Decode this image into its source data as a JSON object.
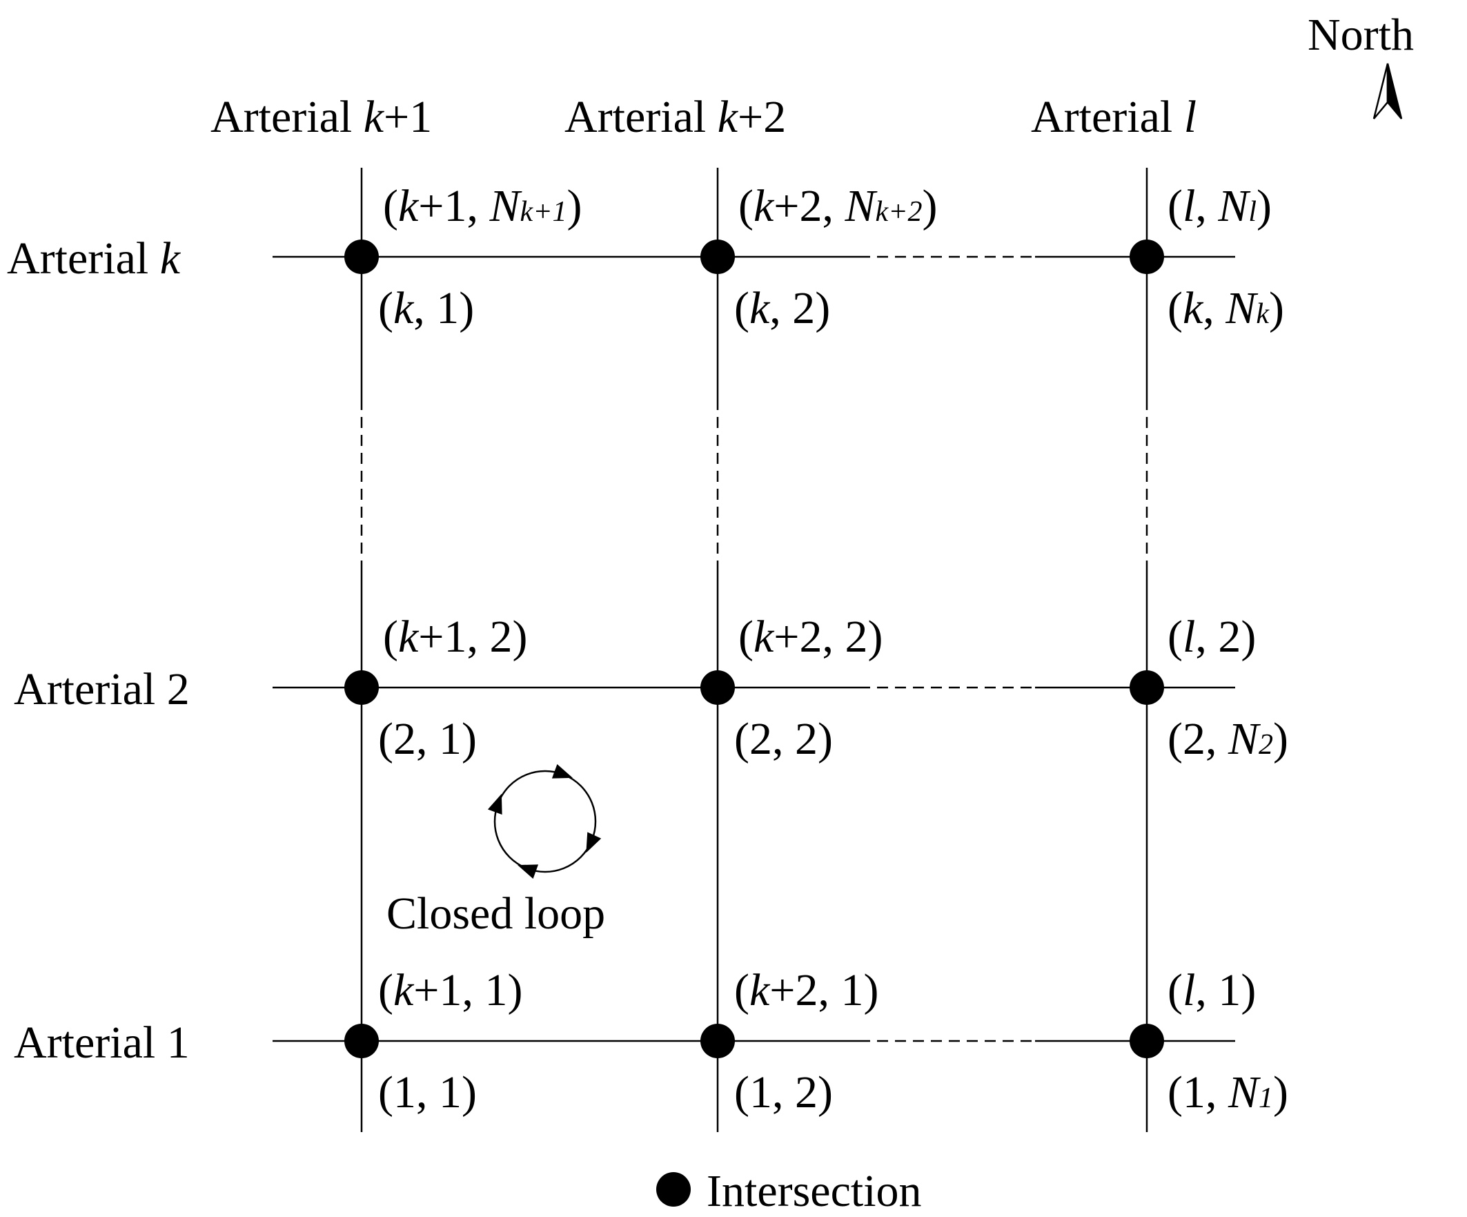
{
  "compass": {
    "label": "North"
  },
  "vertical_arterials": [
    {
      "prefix": "Arterial ",
      "var": "k",
      "suffix": "+1"
    },
    {
      "prefix": "Arterial ",
      "var": "k",
      "suffix": "+2"
    },
    {
      "prefix": "Arterial ",
      "var": "l",
      "suffix": ""
    }
  ],
  "horizontal_arterials": [
    {
      "prefix": "Arterial ",
      "var": "k",
      "suffix": ""
    },
    {
      "prefix": "Arterial 2",
      "var": "",
      "suffix": ""
    },
    {
      "prefix": "Arterial 1",
      "var": "",
      "suffix": ""
    }
  ],
  "node_labels": {
    "row_k": {
      "top": [
        {
          "var": "k",
          "text": "+1, ",
          "nvar": "N",
          "sub": "k+1",
          "close": ")"
        },
        {
          "var": "k",
          "text": "+2, ",
          "nvar": "N",
          "sub": "k+2",
          "close": ")"
        },
        {
          "var": "l",
          "text": ", ",
          "nvar": "N",
          "sub": "l",
          "close": ")"
        }
      ],
      "bottom": [
        {
          "var": "k",
          "text": ", 1)",
          "nvar": "",
          "sub": "",
          "close": ""
        },
        {
          "var": "k",
          "text": ", 2)",
          "nvar": "",
          "sub": "",
          "close": ""
        },
        {
          "var": "k",
          "text": ", ",
          "nvar": "N",
          "sub": "k",
          "close": ")"
        }
      ]
    },
    "row_2": {
      "top": [
        {
          "var": "k",
          "text": "+1, 2)",
          "nvar": "",
          "sub": "",
          "close": ""
        },
        {
          "var": "k",
          "text": "+2, 2)",
          "nvar": "",
          "sub": "",
          "close": ""
        },
        {
          "var": "l",
          "text": ", 2)",
          "nvar": "",
          "sub": "",
          "close": ""
        }
      ],
      "bottom": [
        {
          "var": "",
          "text": "2, 1)",
          "nvar": "",
          "sub": "",
          "close": ""
        },
        {
          "var": "",
          "text": "2, 2)",
          "nvar": "",
          "sub": "",
          "close": ""
        },
        {
          "var": "",
          "text": "2, ",
          "nvar": "N",
          "sub": "2",
          "close": ")"
        }
      ]
    },
    "row_1": {
      "top": [
        {
          "var": "k",
          "text": "+1, 1)",
          "nvar": "",
          "sub": "",
          "close": ""
        },
        {
          "var": "k",
          "text": "+2, 1)",
          "nvar": "",
          "sub": "",
          "close": ""
        },
        {
          "var": "l",
          "text": ", 1)",
          "nvar": "",
          "sub": "",
          "close": ""
        }
      ],
      "bottom": [
        {
          "var": "",
          "text": "1, 1)",
          "nvar": "",
          "sub": "",
          "close": ""
        },
        {
          "var": "",
          "text": "1, 2)",
          "nvar": "",
          "sub": "",
          "close": ""
        },
        {
          "var": "",
          "text": "1, ",
          "nvar": "N",
          "sub": "1",
          "close": ")"
        }
      ]
    }
  },
  "loop_label": "Closed loop",
  "legend": {
    "label": "Intersection"
  }
}
